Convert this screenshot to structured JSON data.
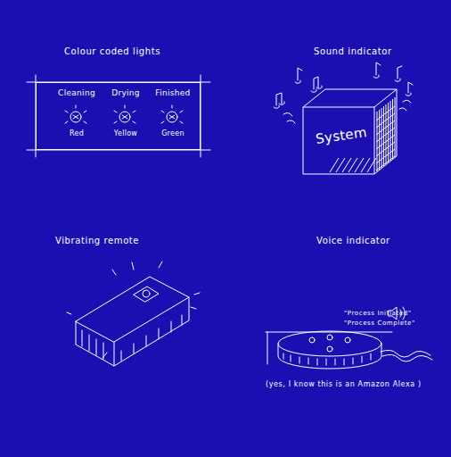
{
  "diagram": {
    "nodes": [
      {
        "text": [
          "Cleaning",
          "Drying",
          "Finished",
          "Red",
          "Yellow",
          "Green"
        ]
      },
      {
        "text": [
          "System"
        ]
      }
    ],
    "labels": [
      "Colour coded lights",
      "Sound indicator",
      "Vibrating remote",
      "Voice indicator",
      "\"Process Initiated\"",
      "\"Process Complete\"",
      "(yes, I know this is an Amazon Alexa )"
    ]
  }
}
